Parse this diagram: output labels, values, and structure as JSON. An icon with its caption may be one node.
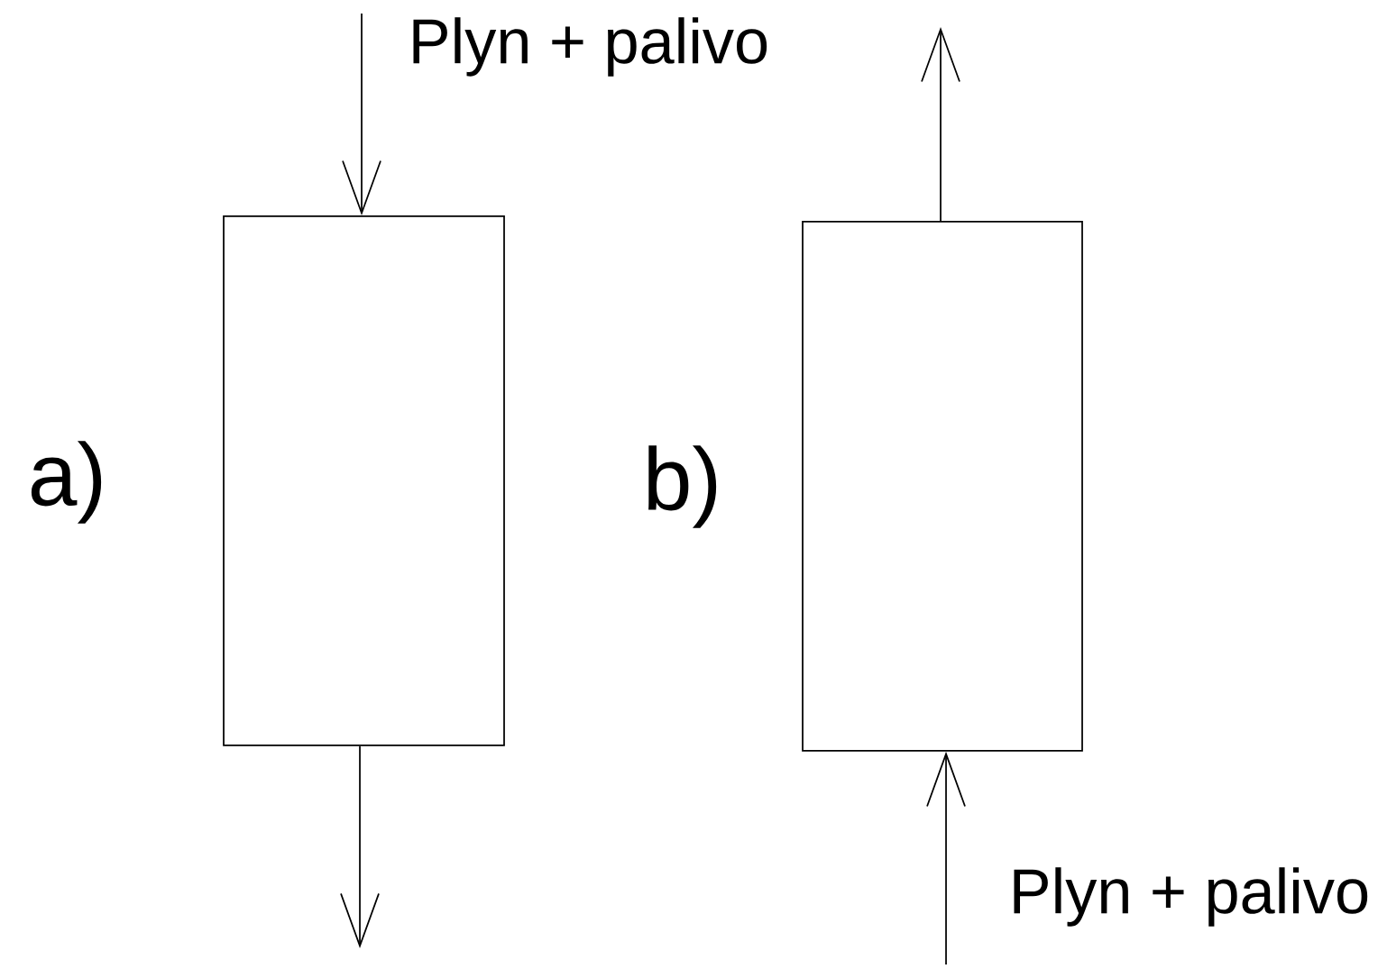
{
  "diagram": {
    "nodes": [
      {
        "text": [],
        "shape": "box"
      },
      {
        "text": [],
        "shape": "box"
      }
    ],
    "edges": [
      {
        "from": null,
        "to": 0,
        "arrow": "to",
        "label": "Plyn + palivo"
      },
      {
        "from": 0,
        "to": null,
        "arrow": "to"
      },
      {
        "from": 1,
        "to": null,
        "arrow": "to"
      },
      {
        "from": null,
        "to": 1,
        "arrow": "to",
        "label": "Plyn + palivo"
      }
    ],
    "labels": [
      "a)",
      "b)"
    ]
  }
}
